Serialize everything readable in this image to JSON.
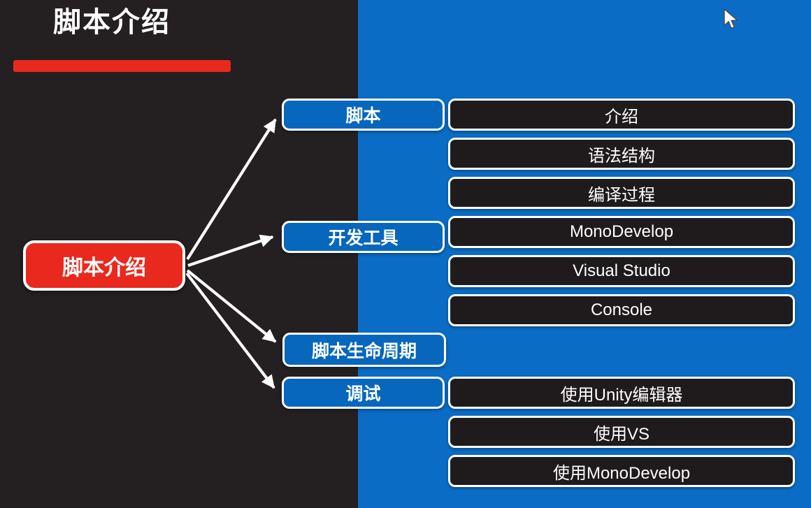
{
  "header": {
    "title": "脚本介绍"
  },
  "colors": {
    "dark_bg": "#242021",
    "blue_bg": "#0A6CC4",
    "node_blue": "#0667BD",
    "node_black": "#1F1B1C",
    "accent_red": "#E9291E",
    "text_white": "#FFFFFF"
  },
  "tree": {
    "root": {
      "label": "脚本介绍"
    },
    "branches": [
      {
        "label": "脚本",
        "items": [
          {
            "label": "介绍"
          },
          {
            "label": "语法结构"
          },
          {
            "label": "编译过程"
          }
        ]
      },
      {
        "label": "开发工具",
        "items": [
          {
            "label": "MonoDevelop"
          },
          {
            "label": "Visual Studio"
          },
          {
            "label": "Console"
          }
        ]
      },
      {
        "label": "脚本生命周期",
        "items": []
      },
      {
        "label": "调试",
        "items": [
          {
            "label": "使用Unity编辑器"
          },
          {
            "label": "使用VS"
          },
          {
            "label": "使用MonoDevelop"
          }
        ]
      }
    ]
  },
  "cursor": {
    "icon": "arrow-pointer"
  }
}
